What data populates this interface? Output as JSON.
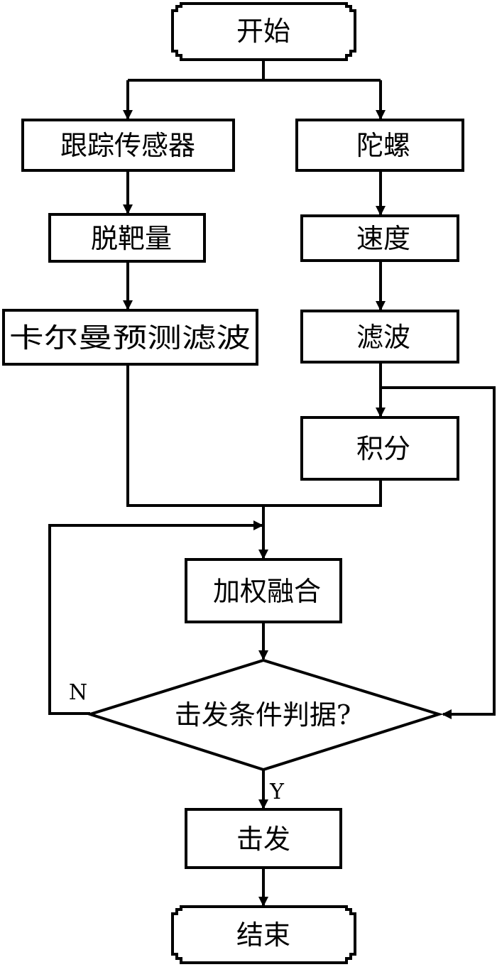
{
  "nodes": {
    "start": "开始",
    "tracking_sensor": "跟踪传感器",
    "miss_distance": "脱靶量",
    "kalman_filter": "卡尔曼预测滤波",
    "gyro": "陀螺",
    "speed": "速度",
    "filter": "滤波",
    "integral": "积分",
    "weighted_fusion": "加权融合",
    "fire_condition": "击发条件判据?",
    "fire": "击发",
    "end": "结束"
  },
  "edge_labels": {
    "no": "N",
    "yes": "Y"
  },
  "colors": {
    "stroke": "#000000",
    "background": "#ffffff"
  }
}
